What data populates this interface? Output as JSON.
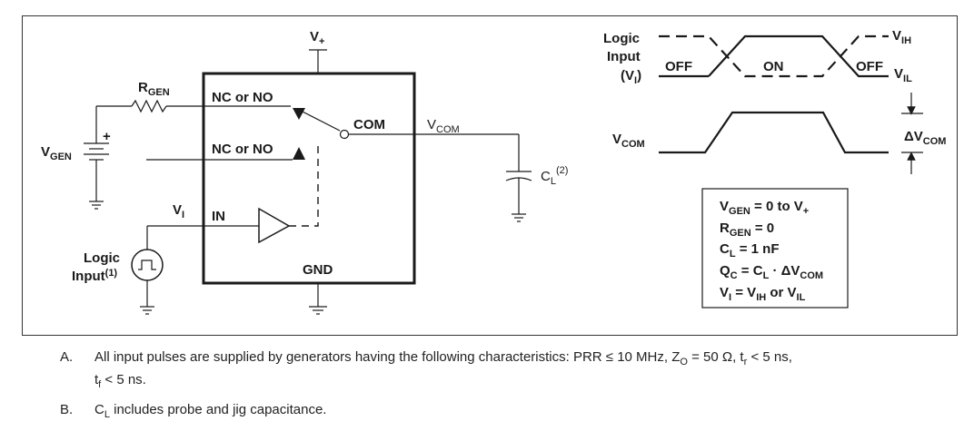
{
  "circuit": {
    "supply_label": "V",
    "supply_sub": "+",
    "rgen_label": "R",
    "rgen_sub": "GEN",
    "vgen_label": "V",
    "vgen_sub": "GEN",
    "plus_sign": "+",
    "pin_nc_no_1": "NC or NO",
    "pin_nc_no_2": "NC or NO",
    "pin_com": "COM",
    "pin_in": "IN",
    "pin_gnd": "GND",
    "vcom_label": "V",
    "vcom_sub": "COM",
    "vi_label": "V",
    "vi_sub": "I",
    "cl_label": "C",
    "cl_sub": "L",
    "cl_sup": "(2)",
    "logic_input_line1": "Logic",
    "logic_input_line2": "Input",
    "logic_input_sup": "(1)"
  },
  "timing": {
    "label_line1": "Logic",
    "label_line2": "Input",
    "label_line3": "(V",
    "label_line3_sub": "I",
    "label_line3_end": ")",
    "off_left": "OFF",
    "on_middle": "ON",
    "off_right": "OFF",
    "vih_label": "V",
    "vih_sub": "IH",
    "vil_label": "V",
    "vil_sub": "IL",
    "vcom_label": "V",
    "vcom_sub": "COM",
    "delta_label": "ΔV",
    "delta_sub": "COM"
  },
  "conditions": {
    "line1_a": "V",
    "line1_a_sub": "GEN",
    "line1_b": " = 0 to V",
    "line1_b_sub": "+",
    "line2_a": "R",
    "line2_a_sub": "GEN",
    "line2_b": " = 0",
    "line3_a": "C",
    "line3_a_sub": "L",
    "line3_b": " = 1 nF",
    "line4_a": "Q",
    "line4_a_sub": "C",
    "line4_b": " = C",
    "line4_b_sub": "L",
    "line4_c": " · ΔV",
    "line4_c_sub": "COM",
    "line5_a": "V",
    "line5_a_sub": "I",
    "line5_b": " = V",
    "line5_b_sub": "IH",
    "line5_c": " or V",
    "line5_c_sub": "IL"
  },
  "notes": {
    "a_letter": "A.",
    "a_text_1": "All input pulses are supplied by generators having the following characteristics: PRR ≤ 10 MHz, Z",
    "a_sub_1": "O",
    "a_text_2": " = 50 Ω, t",
    "a_sub_2": "r",
    "a_text_3": " < 5 ns,",
    "a_text_4": "t",
    "a_sub_4": "f",
    "a_text_5": " < 5 ns.",
    "b_letter": "B.",
    "b_text_1": "C",
    "b_sub_1": "L",
    "b_text_2": " includes probe and jig capacitance."
  }
}
